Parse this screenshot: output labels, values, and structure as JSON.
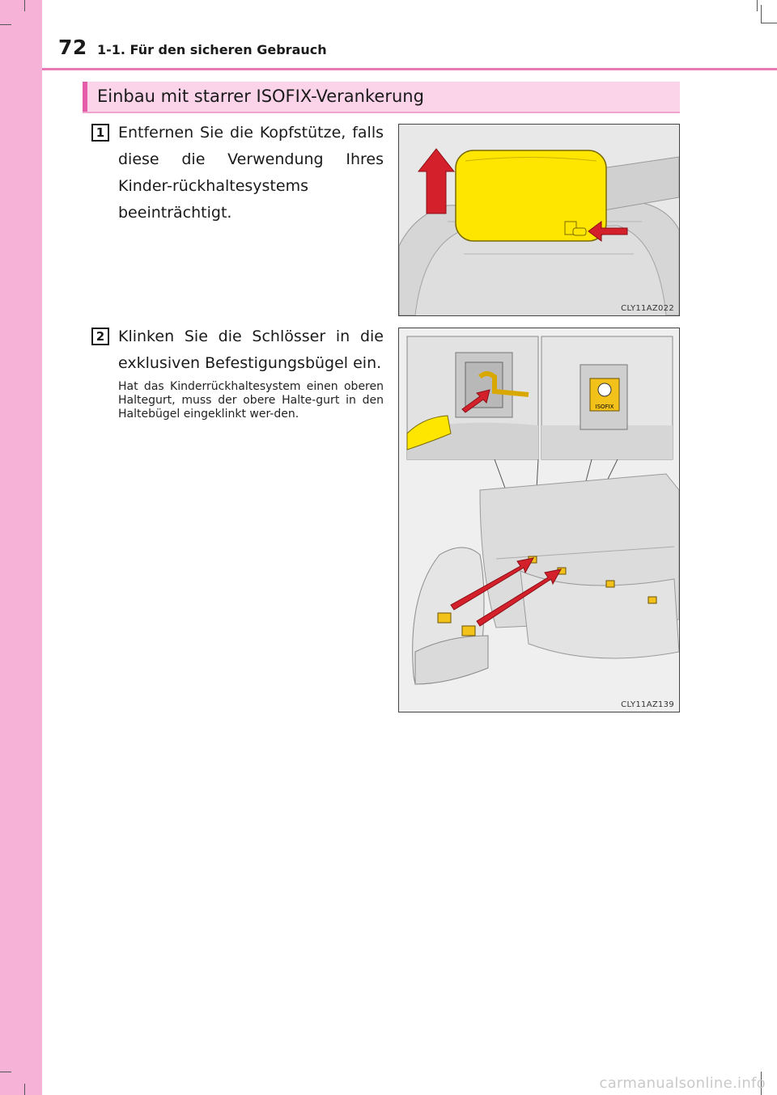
{
  "header": {
    "page_number": "72",
    "section": "1-1. Für den sicheren Gebrauch"
  },
  "banner": {
    "title": "Einbau mit starrer ISOFIX-Verankerung"
  },
  "steps": [
    {
      "number": "1",
      "text": "Entfernen Sie die Kopfstütze, falls diese die Verwendung Ihres Kinder-rückhaltesystems beeinträchtigt.",
      "figure_code": "CLY11AZ022"
    },
    {
      "number": "2",
      "text": "Klinken Sie die Schlösser in die exklusiven Befestigungsbügel ein.",
      "note": "Hat das Kinderrückhaltesystem einen oberen Haltegurt, muss der obere Halte-gurt in den Haltebügel eingeklinkt wer-den.",
      "figure_code": "CLY11AZ139",
      "badge_label": "ISOFIX"
    }
  ],
  "watermark": "carmanualsonline.info",
  "colors": {
    "side_strip": "#f7b3d7",
    "header_rule": "#e77bb8",
    "banner_bg": "#fbd4ea",
    "banner_accent": "#e55ca9",
    "arrow_red": "#d3202a",
    "headrest_yellow": "#ffe600",
    "isofix_badge": "#f2c21b"
  }
}
